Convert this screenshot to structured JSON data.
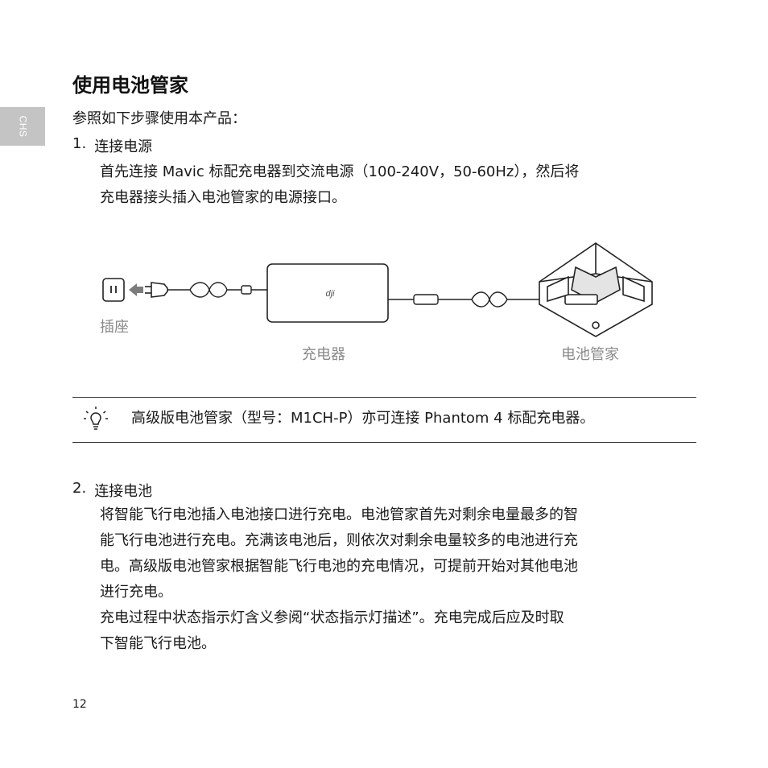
{
  "side_tab": {
    "label": "CHS"
  },
  "section": {
    "title": "使用电池管家",
    "intro": "参照如下步骤使用本产品："
  },
  "step1": {
    "number": "1.",
    "heading": "连接电源",
    "lines": [
      "首先连接 Mavic 标配充电器到交流电源（100-240V，50-60Hz），然后将",
      "充电器接头插入电池管家的电源接口。"
    ]
  },
  "diagram": {
    "socket_label": "插座",
    "charger_label": "充电器",
    "hub_label": "电池管家",
    "charger_logo": "dji"
  },
  "tip": {
    "icon": "lightbulb-icon",
    "text": "高级版电池管家（型号：M1CH-P）亦可连接 Phantom 4 标配充电器。"
  },
  "step2": {
    "number": "2.",
    "heading": "连接电池",
    "lines": [
      "将智能飞行电池插入电池接口进行充电。电池管家首先对剩余电量最多的智",
      "能飞行电池进行充电。充满该电池后，则依次对剩余电量较多的电池进行充",
      "电。高级版电池管家根据智能飞行电池的充电情况，可提前开始对其他电池",
      "进行充电。",
      "充电过程中状态指示灯含义参阅“状态指示灯描述”。充电完成后应及时取",
      "下智能飞行电池。"
    ]
  },
  "page": {
    "number": "12"
  }
}
